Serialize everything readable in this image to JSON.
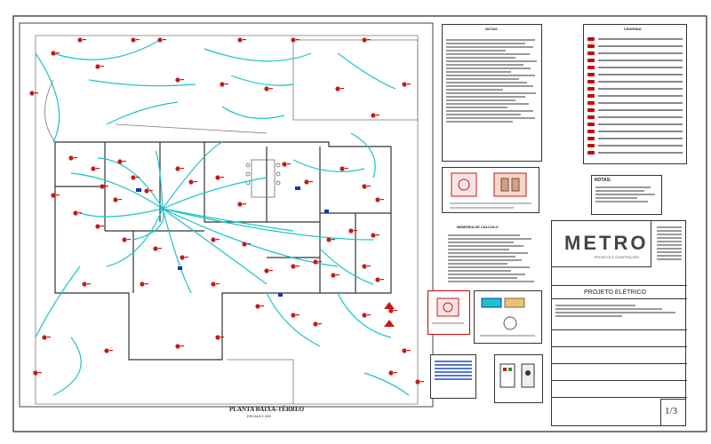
{
  "drawing": {
    "plan_title": "PLANTA BAIXA-TÉRREO",
    "plan_scale": "ESCALA 1:100",
    "notes_title": "NOTAS",
    "legend_title": "LEGENDA",
    "notas_title": "NOTAS:",
    "company_name": "METRO",
    "company_tagline": "PROJETOS E CONSTRUÇÕES",
    "project_title": "PROJETO ELÉTRICO",
    "sheet_number": "1/3",
    "load_title": "MEMÓRIA DE CÁLCULO"
  },
  "colors": {
    "wire": "#19c4c8",
    "device": "#c41a1a",
    "panel": "#1a2fc4",
    "wall": "#333333"
  }
}
